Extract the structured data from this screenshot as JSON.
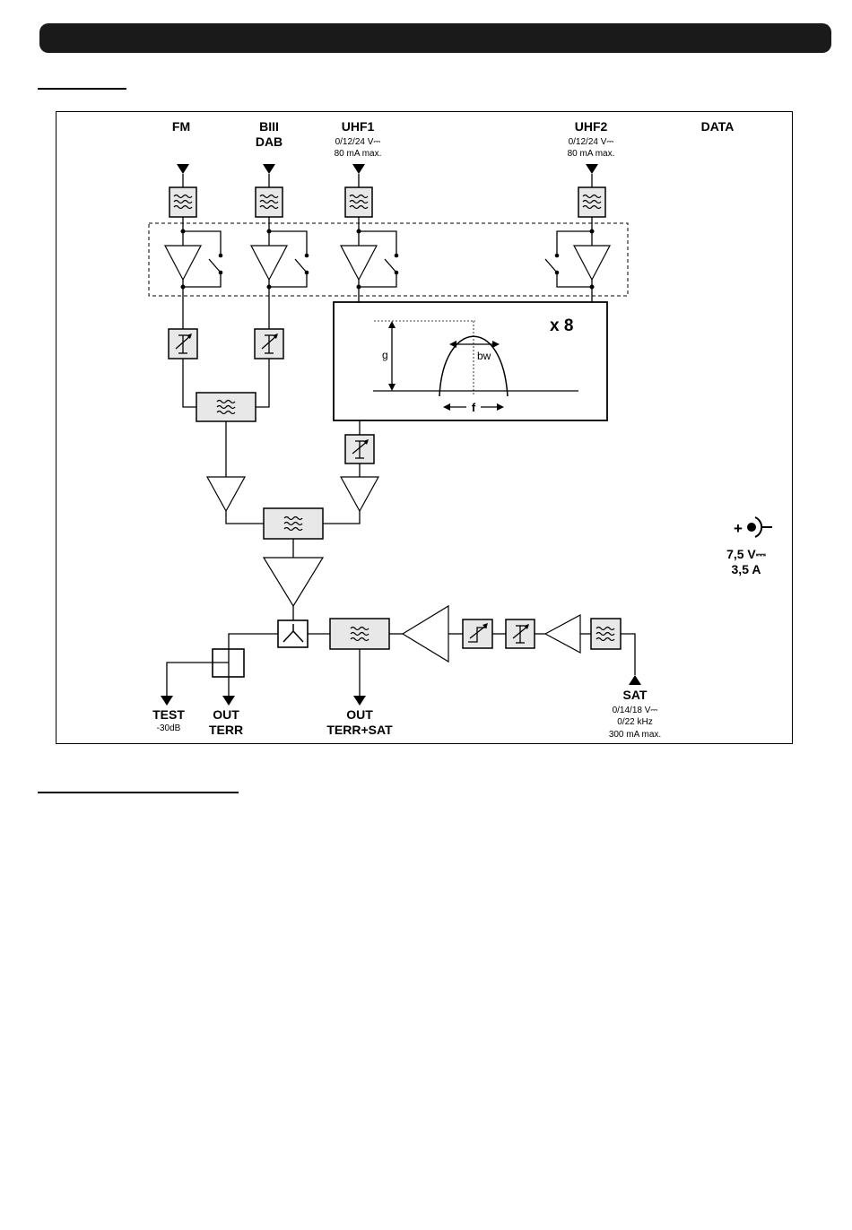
{
  "inputs": {
    "fm": "FM",
    "biii": "BIII",
    "dab": "DAB",
    "uhf1": "UHF1",
    "uhf1_voltage": "0/12/24 V⎓",
    "uhf1_current": "80 mA max.",
    "uhf2": "UHF2",
    "uhf2_voltage": "0/12/24 V⎓",
    "uhf2_current": "80 mA max.",
    "data": "DATA"
  },
  "filter_panel": {
    "multiplier": "x 8",
    "gain": "g",
    "bandwidth": "bw",
    "frequency": "f"
  },
  "power": {
    "voltage": "7,5 V⎓",
    "current": "3,5 A"
  },
  "outputs": {
    "test": "TEST",
    "test_level": "-30dB",
    "out": "OUT",
    "terr": "TERR",
    "out2": "OUT",
    "terr_sat": "TERR+SAT"
  },
  "sat": {
    "label": "SAT",
    "voltage": "0/14/18 V⎓",
    "tone": "0/22 kHz",
    "current": "300 mA max."
  }
}
